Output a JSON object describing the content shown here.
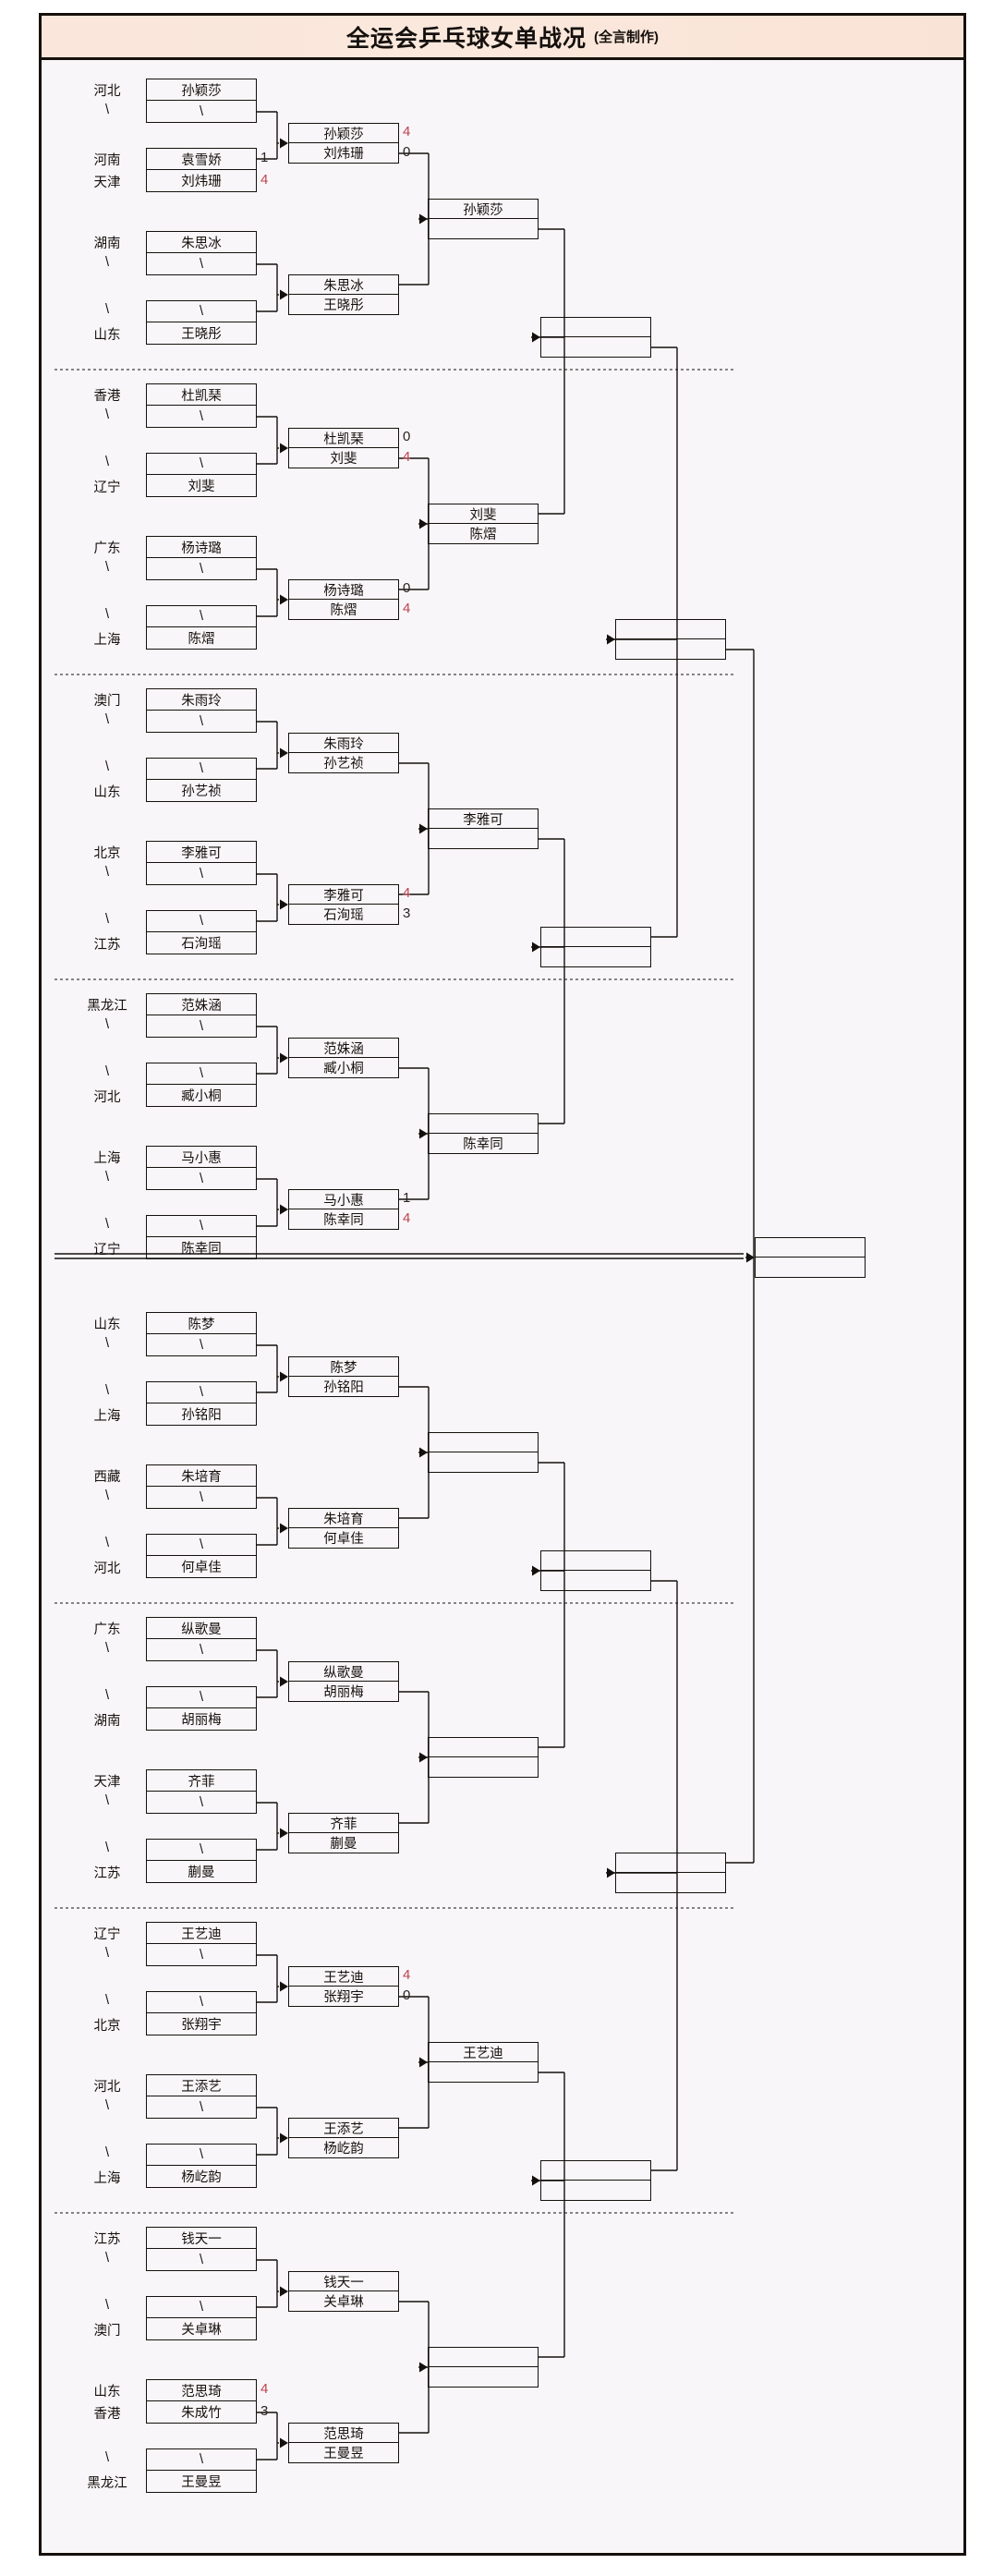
{
  "header": {
    "title": "全运会乒乓球女单战况",
    "subtitle": "(全言制作)"
  },
  "colors": {
    "title_bg": "#fae6da",
    "frame": "#16100c",
    "canvas_bg": "#f8f6f8",
    "winner_score": "#c0434f",
    "loser_score": "#2b2521",
    "text": "#15100d"
  },
  "labels": {
    "bye": "\\",
    "empty": ""
  },
  "chart_data": {
    "type": "bracket",
    "title": "全运会乒乓球女单战况",
    "rounds": [
      "round-1",
      "round-2",
      "round-3",
      "round-4",
      "round-5",
      "final"
    ],
    "half_top_label": "top-half",
    "half_bottom_label": "bottom-half"
  },
  "bracket": {
    "round1": [
      {
        "id": "r1-m1",
        "top": {
          "region": "河北",
          "name": "孙颖莎",
          "score": ""
        },
        "bottom": {
          "region": "\\",
          "name": "\\",
          "score": ""
        }
      },
      {
        "id": "r1-m2",
        "top": {
          "region": "河南",
          "name": "袁雪娇",
          "score": "1"
        },
        "bottom": {
          "region": "天津",
          "name": "刘炜珊",
          "score": "4"
        }
      },
      {
        "id": "r1-m3",
        "top": {
          "region": "湖南",
          "name": "朱思冰",
          "score": ""
        },
        "bottom": {
          "region": "\\",
          "name": "\\",
          "score": ""
        }
      },
      {
        "id": "r1-m4",
        "top": {
          "region": "\\",
          "name": "\\",
          "score": ""
        },
        "bottom": {
          "region": "山东",
          "name": "王晓彤",
          "score": ""
        }
      },
      {
        "id": "r1-m5",
        "top": {
          "region": "香港",
          "name": "杜凯琹",
          "score": ""
        },
        "bottom": {
          "region": "\\",
          "name": "\\",
          "score": ""
        }
      },
      {
        "id": "r1-m6",
        "top": {
          "region": "\\",
          "name": "\\",
          "score": ""
        },
        "bottom": {
          "region": "辽宁",
          "name": "刘斐",
          "score": ""
        }
      },
      {
        "id": "r1-m7",
        "top": {
          "region": "广东",
          "name": "杨诗璐",
          "score": ""
        },
        "bottom": {
          "region": "\\",
          "name": "\\",
          "score": ""
        }
      },
      {
        "id": "r1-m8",
        "top": {
          "region": "\\",
          "name": "\\",
          "score": ""
        },
        "bottom": {
          "region": "上海",
          "name": "陈熠",
          "score": ""
        }
      },
      {
        "id": "r1-m9",
        "top": {
          "region": "澳门",
          "name": "朱雨玲",
          "score": ""
        },
        "bottom": {
          "region": "\\",
          "name": "\\",
          "score": ""
        }
      },
      {
        "id": "r1-m10",
        "top": {
          "region": "\\",
          "name": "\\",
          "score": ""
        },
        "bottom": {
          "region": "山东",
          "name": "孙艺祯",
          "score": ""
        }
      },
      {
        "id": "r1-m11",
        "top": {
          "region": "北京",
          "name": "李雅可",
          "score": ""
        },
        "bottom": {
          "region": "\\",
          "name": "\\",
          "score": ""
        }
      },
      {
        "id": "r1-m12",
        "top": {
          "region": "\\",
          "name": "\\",
          "score": ""
        },
        "bottom": {
          "region": "江苏",
          "name": "石洵瑶",
          "score": ""
        }
      },
      {
        "id": "r1-m13",
        "top": {
          "region": "黑龙江",
          "name": "范姝涵",
          "score": ""
        },
        "bottom": {
          "region": "\\",
          "name": "\\",
          "score": ""
        }
      },
      {
        "id": "r1-m14",
        "top": {
          "region": "\\",
          "name": "\\",
          "score": ""
        },
        "bottom": {
          "region": "河北",
          "name": "臧小桐",
          "score": ""
        }
      },
      {
        "id": "r1-m15",
        "top": {
          "region": "上海",
          "name": "马小惠",
          "score": ""
        },
        "bottom": {
          "region": "\\",
          "name": "\\",
          "score": ""
        }
      },
      {
        "id": "r1-m16",
        "top": {
          "region": "\\",
          "name": "\\",
          "score": ""
        },
        "bottom": {
          "region": "辽宁",
          "name": "陈幸同",
          "score": ""
        }
      },
      {
        "id": "r1-m17",
        "top": {
          "region": "山东",
          "name": "陈梦",
          "score": ""
        },
        "bottom": {
          "region": "\\",
          "name": "\\",
          "score": ""
        }
      },
      {
        "id": "r1-m18",
        "top": {
          "region": "\\",
          "name": "\\",
          "score": ""
        },
        "bottom": {
          "region": "上海",
          "name": "孙铭阳",
          "score": ""
        }
      },
      {
        "id": "r1-m19",
        "top": {
          "region": "西藏",
          "name": "朱培育",
          "score": ""
        },
        "bottom": {
          "region": "\\",
          "name": "\\",
          "score": ""
        }
      },
      {
        "id": "r1-m20",
        "top": {
          "region": "\\",
          "name": "\\",
          "score": ""
        },
        "bottom": {
          "region": "河北",
          "name": "何卓佳",
          "score": ""
        }
      },
      {
        "id": "r1-m21",
        "top": {
          "region": "广东",
          "name": "纵歌曼",
          "score": ""
        },
        "bottom": {
          "region": "\\",
          "name": "\\",
          "score": ""
        }
      },
      {
        "id": "r1-m22",
        "top": {
          "region": "\\",
          "name": "\\",
          "score": ""
        },
        "bottom": {
          "region": "湖南",
          "name": "胡丽梅",
          "score": ""
        }
      },
      {
        "id": "r1-m23",
        "top": {
          "region": "天津",
          "name": "齐菲",
          "score": ""
        },
        "bottom": {
          "region": "\\",
          "name": "\\",
          "score": ""
        }
      },
      {
        "id": "r1-m24",
        "top": {
          "region": "\\",
          "name": "\\",
          "score": ""
        },
        "bottom": {
          "region": "江苏",
          "name": "蒯曼",
          "score": ""
        }
      },
      {
        "id": "r1-m25",
        "top": {
          "region": "辽宁",
          "name": "王艺迪",
          "score": ""
        },
        "bottom": {
          "region": "\\",
          "name": "\\",
          "score": ""
        }
      },
      {
        "id": "r1-m26",
        "top": {
          "region": "\\",
          "name": "\\",
          "score": ""
        },
        "bottom": {
          "region": "北京",
          "name": "张翔宇",
          "score": ""
        }
      },
      {
        "id": "r1-m27",
        "top": {
          "region": "河北",
          "name": "王添艺",
          "score": ""
        },
        "bottom": {
          "region": "\\",
          "name": "\\",
          "score": ""
        }
      },
      {
        "id": "r1-m28",
        "top": {
          "region": "\\",
          "name": "\\",
          "score": ""
        },
        "bottom": {
          "region": "上海",
          "name": "杨屹韵",
          "score": ""
        }
      },
      {
        "id": "r1-m29",
        "top": {
          "region": "江苏",
          "name": "钱天一",
          "score": ""
        },
        "bottom": {
          "region": "\\",
          "name": "\\",
          "score": ""
        }
      },
      {
        "id": "r1-m30",
        "top": {
          "region": "\\",
          "name": "\\",
          "score": ""
        },
        "bottom": {
          "region": "澳门",
          "name": "关卓琳",
          "score": ""
        }
      },
      {
        "id": "r1-m31",
        "top": {
          "region": "山东",
          "name": "范思琦",
          "score": "4"
        },
        "bottom": {
          "region": "香港",
          "name": "朱成竹",
          "score": "3"
        }
      },
      {
        "id": "r1-m32",
        "top": {
          "region": "\\",
          "name": "\\",
          "score": ""
        },
        "bottom": {
          "region": "黑龙江",
          "name": "王曼昱",
          "score": ""
        }
      }
    ],
    "round2": [
      {
        "id": "r2-m1",
        "top": {
          "name": "孙颖莎",
          "score": "4"
        },
        "bottom": {
          "name": "刘炜珊",
          "score": "0"
        }
      },
      {
        "id": "r2-m2",
        "top": {
          "name": "朱思冰",
          "score": ""
        },
        "bottom": {
          "name": "王晓彤",
          "score": ""
        }
      },
      {
        "id": "r2-m3",
        "top": {
          "name": "杜凯琹",
          "score": "0"
        },
        "bottom": {
          "name": "刘斐",
          "score": "4"
        }
      },
      {
        "id": "r2-m4",
        "top": {
          "name": "杨诗璐",
          "score": "0"
        },
        "bottom": {
          "name": "陈熠",
          "score": "4"
        }
      },
      {
        "id": "r2-m5",
        "top": {
          "name": "朱雨玲",
          "score": ""
        },
        "bottom": {
          "name": "孙艺祯",
          "score": ""
        }
      },
      {
        "id": "r2-m6",
        "top": {
          "name": "李雅可",
          "score": "4"
        },
        "bottom": {
          "name": "石洵瑶",
          "score": "3"
        }
      },
      {
        "id": "r2-m7",
        "top": {
          "name": "范姝涵",
          "score": ""
        },
        "bottom": {
          "name": "臧小桐",
          "score": ""
        }
      },
      {
        "id": "r2-m8",
        "top": {
          "name": "马小惠",
          "score": "1"
        },
        "bottom": {
          "name": "陈幸同",
          "score": "4"
        }
      },
      {
        "id": "r2-m9",
        "top": {
          "name": "陈梦",
          "score": ""
        },
        "bottom": {
          "name": "孙铭阳",
          "score": ""
        }
      },
      {
        "id": "r2-m10",
        "top": {
          "name": "朱培育",
          "score": ""
        },
        "bottom": {
          "name": "何卓佳",
          "score": ""
        }
      },
      {
        "id": "r2-m11",
        "top": {
          "name": "纵歌曼",
          "score": ""
        },
        "bottom": {
          "name": "胡丽梅",
          "score": ""
        }
      },
      {
        "id": "r2-m12",
        "top": {
          "name": "齐菲",
          "score": ""
        },
        "bottom": {
          "name": "蒯曼",
          "score": ""
        }
      },
      {
        "id": "r2-m13",
        "top": {
          "name": "王艺迪",
          "score": "4"
        },
        "bottom": {
          "name": "张翔宇",
          "score": "0"
        }
      },
      {
        "id": "r2-m14",
        "top": {
          "name": "王添艺",
          "score": ""
        },
        "bottom": {
          "name": "杨屹韵",
          "score": ""
        }
      },
      {
        "id": "r2-m15",
        "top": {
          "name": "钱天一",
          "score": ""
        },
        "bottom": {
          "name": "关卓琳",
          "score": ""
        }
      },
      {
        "id": "r2-m16",
        "top": {
          "name": "范思琦",
          "score": ""
        },
        "bottom": {
          "name": "王曼昱",
          "score": ""
        }
      }
    ],
    "round3": [
      {
        "id": "r3-m1",
        "top": {
          "name": "孙颖莎",
          "score": ""
        },
        "bottom": {
          "name": "",
          "score": ""
        }
      },
      {
        "id": "r3-m2",
        "top": {
          "name": "刘斐",
          "score": ""
        },
        "bottom": {
          "name": "陈熠",
          "score": ""
        }
      },
      {
        "id": "r3-m3",
        "top": {
          "name": "李雅可",
          "score": ""
        },
        "bottom": {
          "name": "",
          "score": ""
        }
      },
      {
        "id": "r3-m4",
        "top": {
          "name": "",
          "score": ""
        },
        "bottom": {
          "name": "陈幸同",
          "score": ""
        }
      },
      {
        "id": "r3-m5",
        "top": {
          "name": "",
          "score": ""
        },
        "bottom": {
          "name": "",
          "score": ""
        }
      },
      {
        "id": "r3-m6",
        "top": {
          "name": "",
          "score": ""
        },
        "bottom": {
          "name": "",
          "score": ""
        }
      },
      {
        "id": "r3-m7",
        "top": {
          "name": "王艺迪",
          "score": ""
        },
        "bottom": {
          "name": "",
          "score": ""
        }
      },
      {
        "id": "r3-m8",
        "top": {
          "name": "",
          "score": ""
        },
        "bottom": {
          "name": "",
          "score": ""
        }
      }
    ],
    "round4": [
      {
        "id": "r4-m1",
        "top": {
          "name": "",
          "score": ""
        },
        "bottom": {
          "name": "",
          "score": ""
        }
      },
      {
        "id": "r4-m2",
        "top": {
          "name": "",
          "score": ""
        },
        "bottom": {
          "name": "",
          "score": ""
        }
      },
      {
        "id": "r4-m3",
        "top": {
          "name": "",
          "score": ""
        },
        "bottom": {
          "name": "",
          "score": ""
        }
      },
      {
        "id": "r4-m4",
        "top": {
          "name": "",
          "score": ""
        },
        "bottom": {
          "name": "",
          "score": ""
        }
      }
    ],
    "round5": [
      {
        "id": "r5-m1",
        "top": {
          "name": "",
          "score": ""
        },
        "bottom": {
          "name": "",
          "score": ""
        }
      },
      {
        "id": "r5-m2",
        "top": {
          "name": "",
          "score": ""
        },
        "bottom": {
          "name": "",
          "score": ""
        }
      }
    ],
    "final": [
      {
        "id": "f-m1",
        "top": {
          "name": "",
          "score": ""
        },
        "bottom": {
          "name": "",
          "score": ""
        }
      }
    ]
  }
}
